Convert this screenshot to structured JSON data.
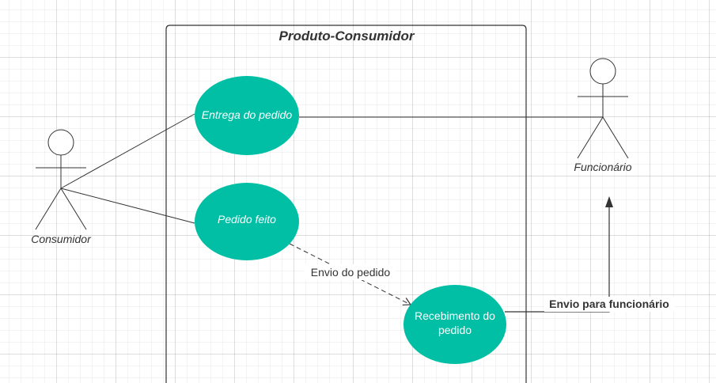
{
  "diagram": {
    "system_title": "Produto-Consumidor",
    "actors": {
      "consumer": "Consumidor",
      "employee": "Funcionário"
    },
    "use_cases": {
      "delivery": "Entrega do pedido",
      "order_placed": "Pedido feito",
      "receipt_line1": "Recebimento do",
      "receipt_line2": "pedido"
    },
    "edge_labels": {
      "send_order": "Envio do pedido",
      "send_to_employee": "Envio para funcionário"
    },
    "colors": {
      "use_case_fill": "#00BFA5",
      "line": "#333333",
      "background": "#FFFFFF"
    }
  }
}
